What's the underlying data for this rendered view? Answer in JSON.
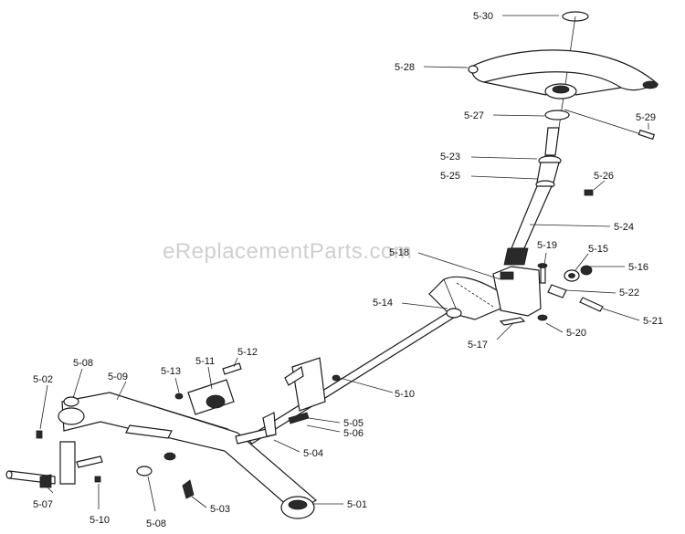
{
  "watermark": "eReplacementParts.com",
  "labels": {
    "p530": "5-30",
    "p528": "5-28",
    "p527": "5-27",
    "p529": "5-29",
    "p523": "5-23",
    "p525": "5-25",
    "p526": "5-26",
    "p524": "5-24",
    "p518": "5-18",
    "p519": "5-19",
    "p515": "5-15",
    "p516": "5-16",
    "p514": "5-14",
    "p522": "5-22",
    "p521": "5-21",
    "p517": "5-17",
    "p520": "5-20",
    "p510a": "5-10",
    "p512": "5-12",
    "p511": "5-11",
    "p513": "5-13",
    "p508a": "5-08",
    "p509": "5-09",
    "p502": "5-02",
    "p505": "5-05",
    "p506": "5-06",
    "p504": "5-04",
    "p503": "5-03",
    "p501": "5-01",
    "p507": "5-07",
    "p510b": "5-10",
    "p508b": "5-08"
  }
}
